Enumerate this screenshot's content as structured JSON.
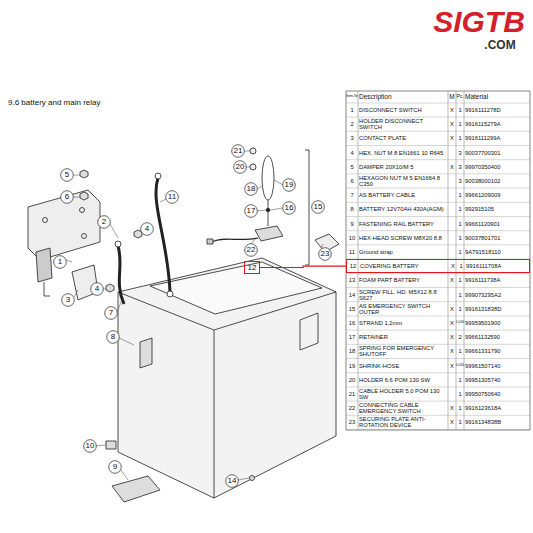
{
  "diagram": {
    "title": "9.6 battery and main relay",
    "nodes": [
      {
        "text": [
          "12"
        ]
      },
      {
        "text": [
          "12",
          "COVERING BATTERY",
          "X",
          "1",
          "9916111708A"
        ]
      }
    ],
    "edges": [
      {
        "from": 0,
        "to": 1,
        "arrow": "none"
      }
    ],
    "labels": [
      "SIGTB",
      ".COM",
      "Item-Nr",
      "Description",
      "M",
      "Pc.",
      "Material",
      "1",
      "DISCONNECT SWITCH",
      "X",
      "1",
      "9916111278D",
      "2",
      "HOLDER DISCONNECT SWITCH",
      "X",
      "1",
      "9916115279A",
      "3",
      "CONTACT PLATE",
      "X",
      "1",
      "9916111299A",
      "4",
      "HEX. NUT M 8 EN1661 10 R645",
      "3",
      "90037700301",
      "5",
      "DAMPER 20X10/M 5",
      "X",
      "3",
      "99970350400",
      "6",
      "HEXAGON NUT M 5 EN1664 8 C350",
      "3",
      "90038000102",
      "7",
      "AS BATTERY CABLE",
      "1",
      "99661209009",
      "8",
      "BATTERY 12V70AH 430A(AGM)",
      "1",
      "992915105",
      "9",
      "FASTENING RAIL BATTERY",
      "1",
      "99661120901",
      "10",
      "HEX-HEAD SCREW M8X20 8.8",
      "1",
      "90037801701",
      "11",
      "Ground strap",
      "1",
      "9A791518110",
      "13",
      "FOAM PART BATTERY",
      "X",
      "1",
      "9916111738A",
      "14",
      "SCREW FILL. HD. M5X12 8.8 S627",
      "1",
      "999073295A2",
      "15",
      "AS EMERGENCY SWITCH OUTER",
      "X",
      "1",
      "9916131838D",
      "16",
      "STRAND 1,2mm",
      "X",
      "1,000",
      "99959501900",
      "17",
      "RETAINER",
      "X",
      "2",
      "99661132590",
      "18",
      "SPRING FOR EMERGENCY SHUTOFF",
      "X",
      "1",
      "99661331790",
      "19",
      "SHRINK-HOSE",
      "X",
      "0,050",
      "99961507140",
      "20",
      "HOLDER 6,6 POM 130 SW",
      "1",
      "99951305740",
      "21",
      "CABLE HOLDER 5,0 POM 130 SW",
      "1",
      "99950750640",
      "22",
      "CONNECTING CABLE EMERGENCY SWITCH",
      "X",
      "1",
      "9916123618A",
      "23",
      "SECURING PLATE ANTI-ROTATION DEVICE",
      "X",
      "1",
      "9916134838B",
      "1",
      "2",
      "3",
      "4",
      "4",
      "5",
      "6",
      "7",
      "8",
      "9",
      "10",
      "11",
      "14",
      "15",
      "16",
      "17",
      "18",
      "19",
      "20",
      "21",
      "22",
      "23"
    ]
  }
}
